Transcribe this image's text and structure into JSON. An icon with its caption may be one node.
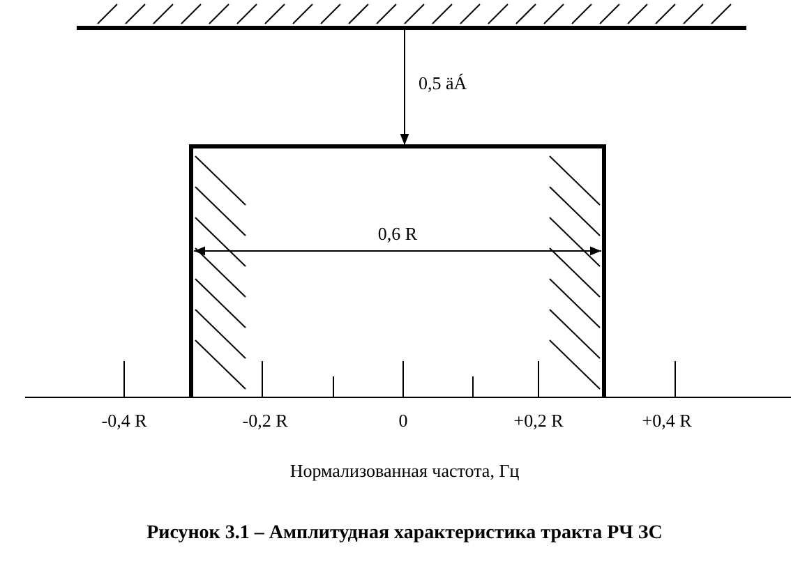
{
  "diagram": {
    "caption": "Рисунок 3.1  – Амплитудная характеристика тракта РЧ ЗС",
    "labels": [
      "0,5 äÁ",
      "0,6 R",
      "-0,4 R",
      "-0,2 R",
      "0",
      "+0,2 R",
      "+0,4 R",
      "Нормализованная частота, Гц"
    ]
  }
}
